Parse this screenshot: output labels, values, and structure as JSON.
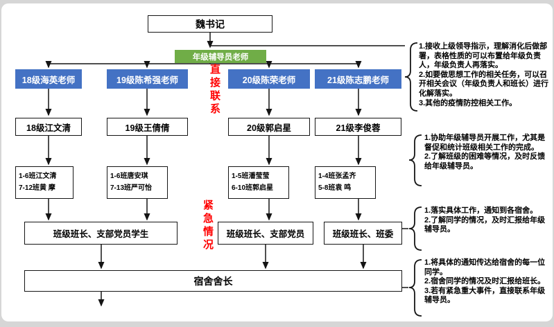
{
  "colors": {
    "node_blue": "#4472C4",
    "node_green": "#70AD47",
    "alert_red": "#FF0000"
  },
  "chart": {
    "secretary": "魏书记",
    "coordinator": "年级辅导员老师",
    "teachers": [
      "18级海英老师",
      "19级陈希强老师",
      "20级陈荣老师",
      "21级陈志鹏老师"
    ],
    "leads": [
      "18级江文清",
      "19级王倩倩",
      "20级郭启星",
      "21级李俊蓉"
    ],
    "classes": [
      {
        "l1": "1-6班江文清",
        "l2": "7-12班黄 摩"
      },
      {
        "l1": "1-6班唐安琪",
        "l2": "7-13班严可怡"
      },
      {
        "l1": "1-5班潘莹莹",
        "l2": "6-10班郭启星"
      },
      {
        "l1": "1-4班张孟齐",
        "l2": "5-8班袁 鸣"
      }
    ],
    "groups": [
      "班级班长、支部党员学生",
      "班级班长、支部党员",
      "班级班长、班委"
    ],
    "dorm": "宿舍舍长",
    "red": {
      "direct": "直接联系",
      "emergency": "紧急情况"
    }
  },
  "annotations": [
    {
      "text": "1.接收上级领导指示，理解消化后做部署，表格性质的可以布置给年级负责人，年级负责人再落实。\n2.如要做思想工作的相关任务，可以召开相关会议（年级负责人和班长）进行化解落实。\n3.其他的疫情防控相关工作。"
    },
    {
      "text": "1.协助年级辅导员开展工作，尤其是督促和统计班级相关工作的完成。\n2.了解班级的困难等情况，及时反馈给年级辅导员。"
    },
    {
      "text": "1.落实具体工作，通知到各宿舍。\n2.了解同学的情况，及时汇报给年级辅导员。"
    },
    {
      "text": "1.将具体的通知传达给宿舍的每一位同学。\n2.宿舍同学的情况及时汇报给班长。\n3.若有紧急重大事件，直接联系年级辅导员。"
    }
  ]
}
